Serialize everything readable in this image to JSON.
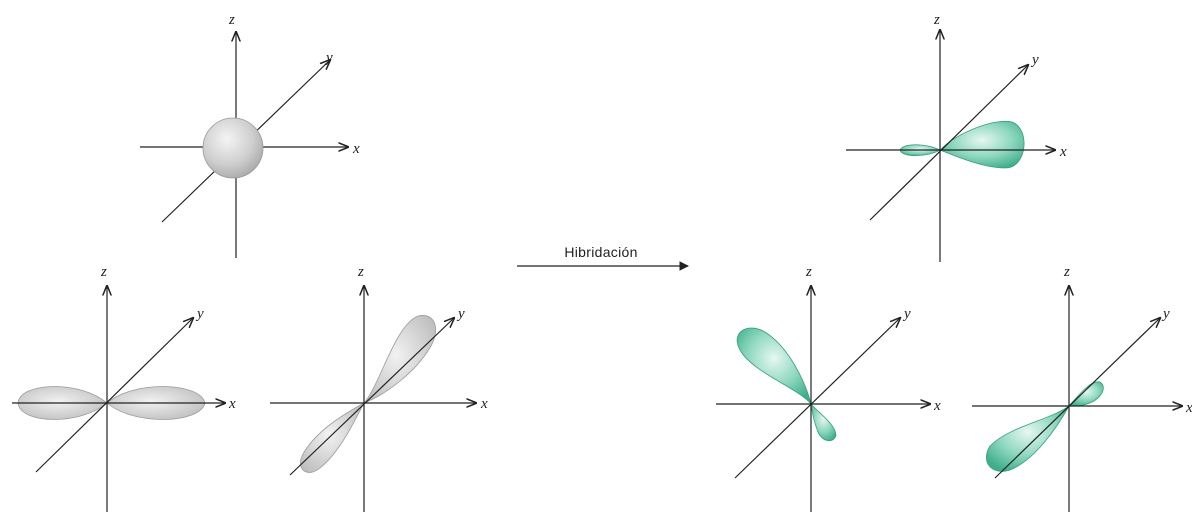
{
  "arrow_label": "Hibridación",
  "axis_labels": {
    "x": "x",
    "y": "y",
    "z": "z"
  },
  "colors": {
    "atomic_orbital": "#c4c4c4",
    "hybrid_orbital": "#5cc3a4",
    "axes": "#222222"
  }
}
